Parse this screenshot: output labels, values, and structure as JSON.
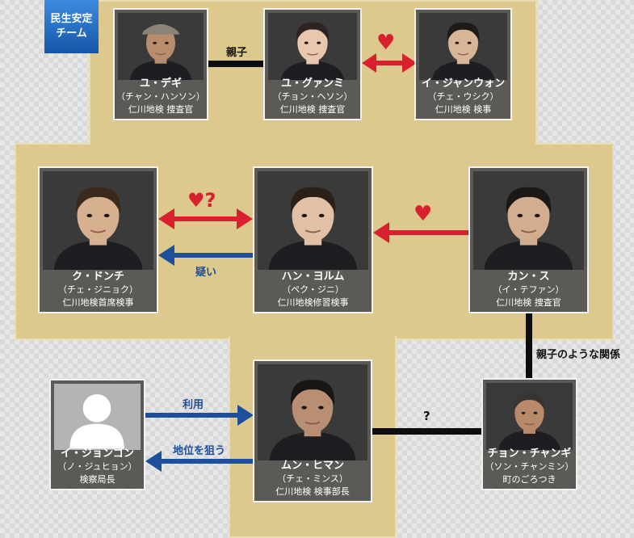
{
  "team_badge": {
    "line1": "民生安定",
    "line2": "チーム"
  },
  "characters": [
    {
      "name": "ユ・デギ",
      "actor": "（チャン・ハンソン）",
      "role": "仁川地検 捜査官",
      "skin": "#b88d6e",
      "hair": "#2a2420",
      "hat": true
    },
    {
      "name": "ユ・グァンミ",
      "actor": "（チョン・ヘソン）",
      "role": "仁川地検 捜査官",
      "skin": "#e8c7ae",
      "hair": "#2e2320"
    },
    {
      "name": "イ・ジャンウォン",
      "actor": "（チェ・ウシク）",
      "role": "仁川地検 検事",
      "skin": "#d9b597",
      "hair": "#1d1a18"
    },
    {
      "name": "ク・ドンチ",
      "actor": "（チェ・ジニョク）",
      "role": "仁川地検首席検事",
      "skin": "#d7b08f",
      "hair": "#3a2a1e"
    },
    {
      "name": "ハン・ヨルム",
      "actor": "（ペク・ジニ）",
      "role": "仁川地検修習検事",
      "skin": "#e2c0a6",
      "hair": "#2b2019"
    },
    {
      "name": "カン・ス",
      "actor": "（イ・テファン）",
      "role": "仁川地検 捜査官",
      "skin": "#d3ad8f",
      "hair": "#1b1816"
    },
    {
      "name": "イ・ジョンゴン",
      "actor": "（ノ・ジュヒョン）",
      "role": "検察局長",
      "placeholder": true
    },
    {
      "name": "ムン・ヒマン",
      "actor": "（チェ・ミンス）",
      "role": "仁川地検 検事部長",
      "skin": "#b98f74",
      "hair": "#1a1614"
    },
    {
      "name": "チョン・チャンギ",
      "actor": "（ソン・チャンミン）",
      "role": "町のごろつき",
      "skin": "#b88a6c",
      "hair": "#3a3430"
    }
  ],
  "relations": {
    "parent_child": "親子",
    "heart": "♥",
    "heart_question": "♥?",
    "doubt": "疑い",
    "like_parent_child": "親子のような関係",
    "use": "利用",
    "aim_position": "地位を狙う",
    "unknown": "?"
  },
  "colors": {
    "panel": "#ddc98e",
    "red": "#d9202e",
    "blue": "#1d4f9b",
    "black": "#0d0d0d",
    "badge": "#1c63b7"
  }
}
